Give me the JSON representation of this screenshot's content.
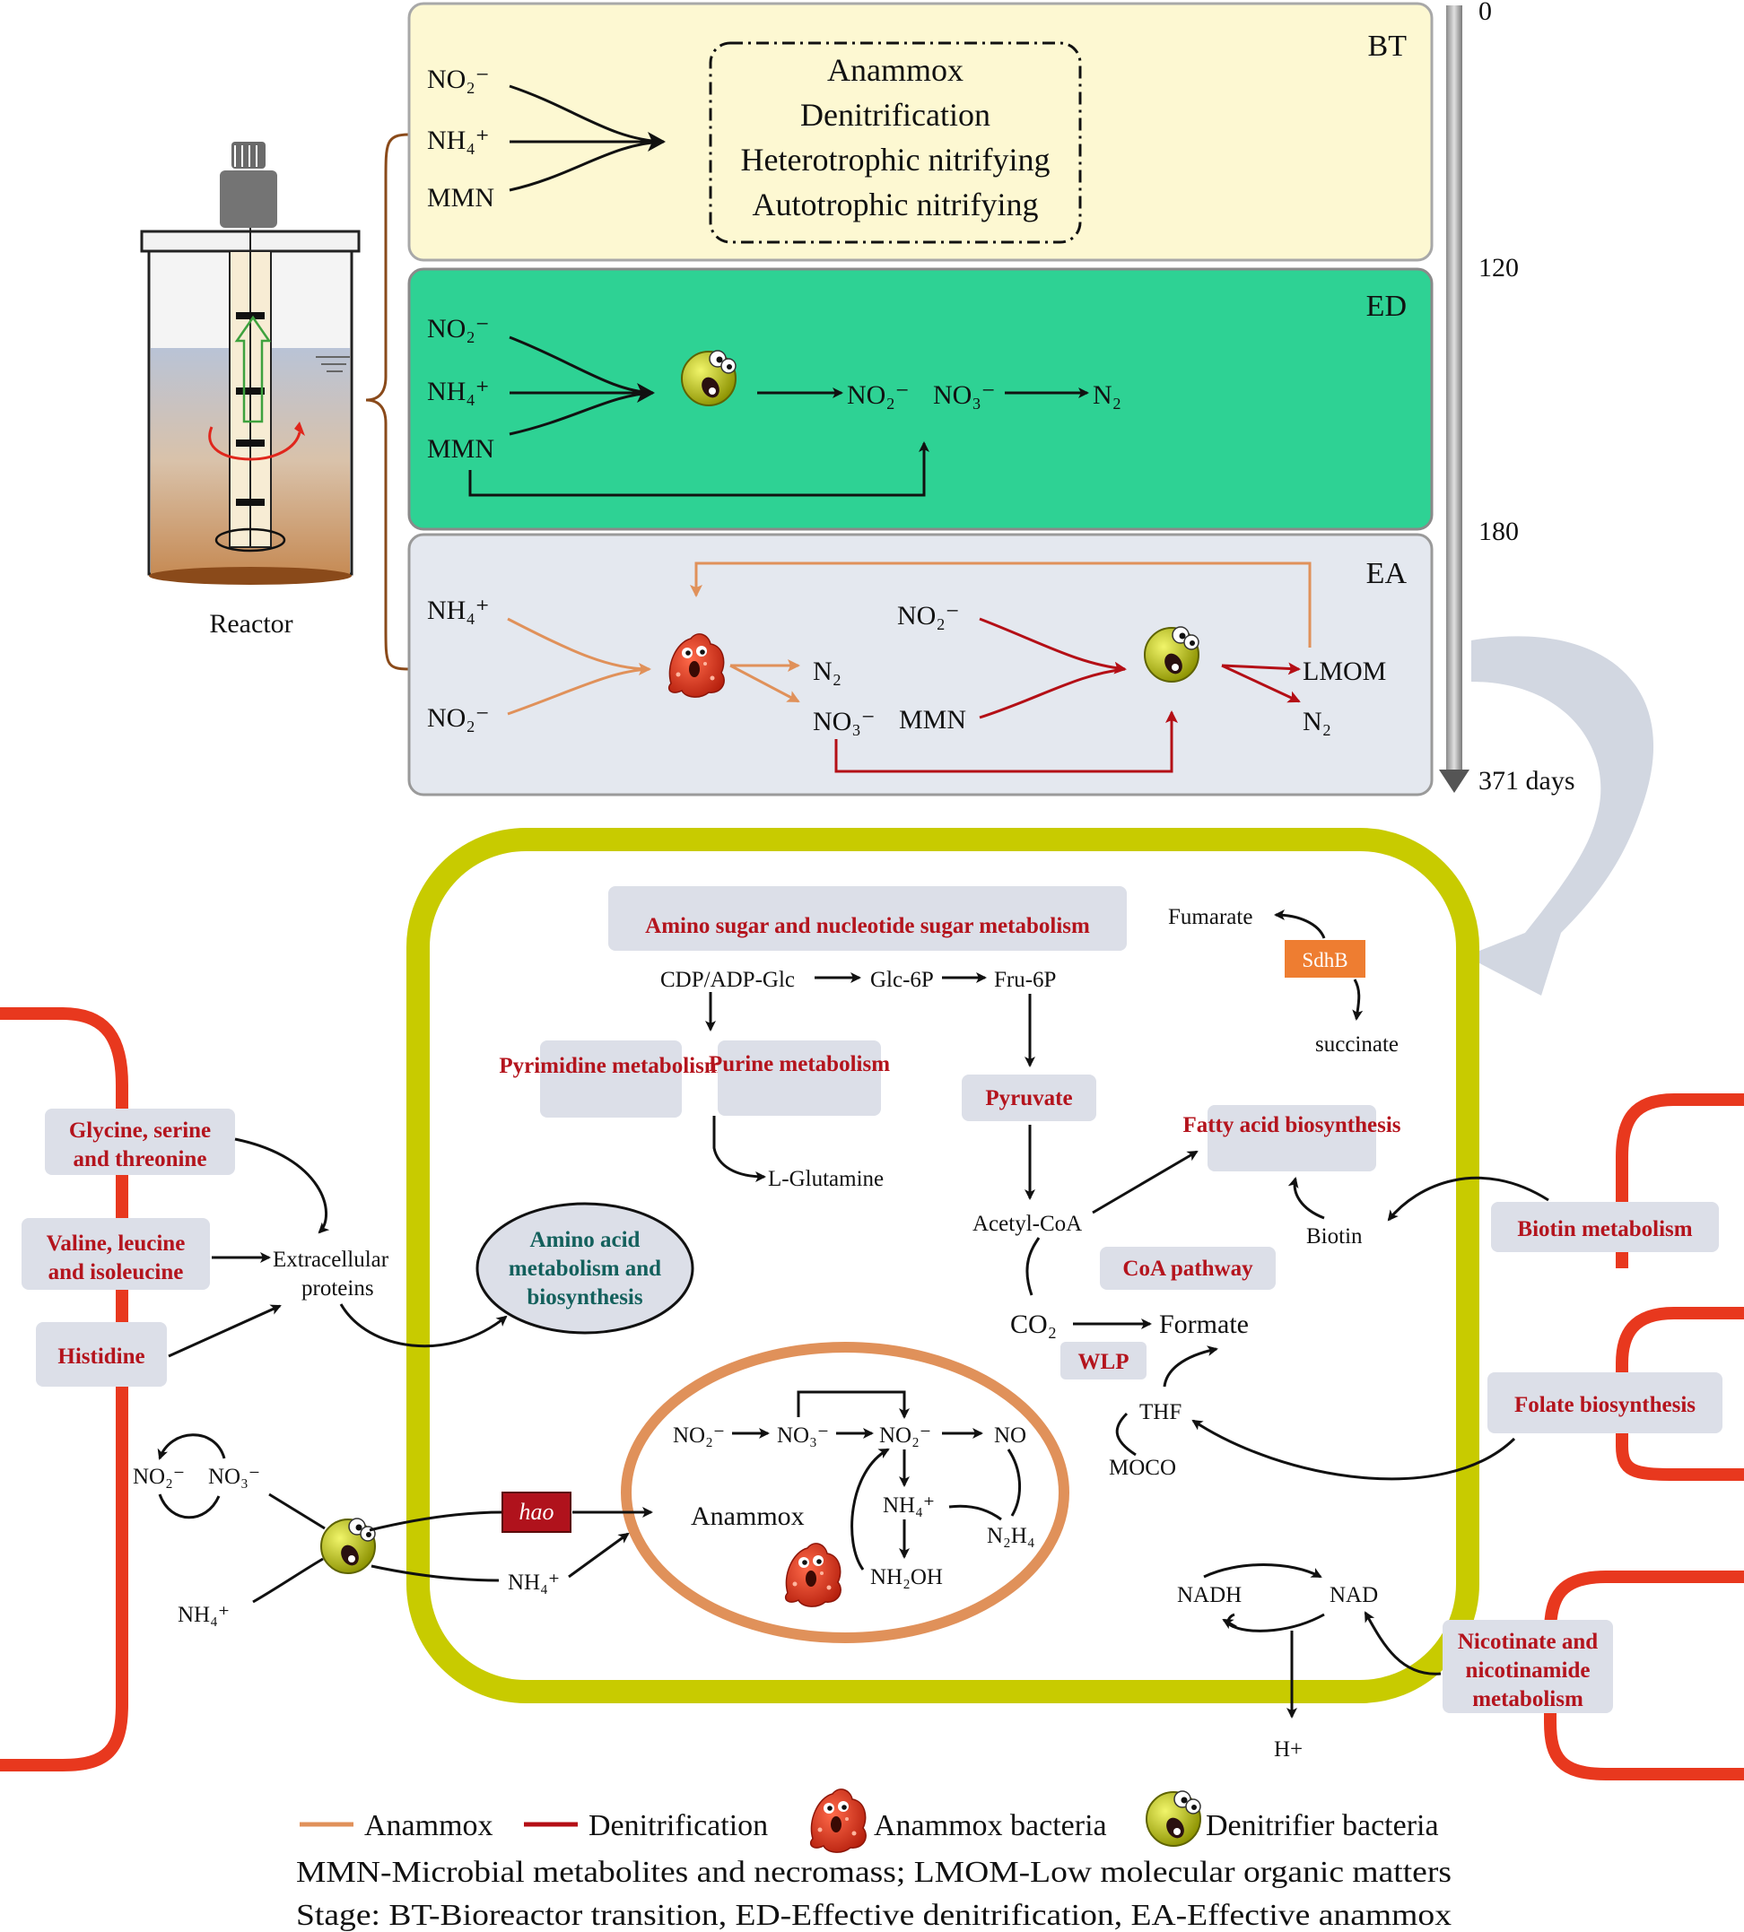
{
  "stages": {
    "bt": {
      "tag": "BT",
      "inputs": [
        "NO₂⁻",
        "NH₄⁺",
        "MMN"
      ],
      "processes": [
        "Anammox",
        "Denitrification",
        "Heterotrophic nitrifying",
        "Autotrophic nitrifying"
      ]
    },
    "ed": {
      "tag": "ED",
      "inputs": [
        "NO₂⁻",
        "NH₄⁺",
        "MMN"
      ],
      "outputs": [
        "NO₂⁻",
        "NO₃⁻",
        "N₂"
      ]
    },
    "ea": {
      "tag": "EA",
      "inputs": [
        "NH₄⁺",
        "NO₂⁻"
      ],
      "anammox_products": [
        "N₂",
        "NO₃⁻"
      ],
      "deni_inputs": [
        "NO₂⁻",
        "MMN"
      ],
      "deni_products": [
        "LMOM",
        "N₂"
      ]
    }
  },
  "timeline": {
    "ticks": [
      "0",
      "120",
      "180"
    ],
    "end_label": "371 days"
  },
  "reactor": {
    "label": "Reactor"
  },
  "cell": {
    "amino_sugar": {
      "label": "Amino sugar and nucleotide sugar metabolism",
      "chain": [
        "CDP/ADP-Glc",
        "Glc-6P",
        "Fru-6P"
      ]
    },
    "pyrimidine": "Pyrimidine metabolism",
    "purine": "Purine metabolism",
    "glutamine": "L-Glutamine",
    "pyruvate": "Pyruvate",
    "acetyl": "Acetyl-CoA",
    "fatty": "Fatty acid biosynthesis",
    "biotin": "Biotin",
    "coa": "CoA pathway",
    "co2": "CO₂",
    "formate": "Formate",
    "wlp": "WLP",
    "thf": "THF",
    "moco": "MOCO",
    "sdhb": {
      "label": "SdhB",
      "fumarate": "Fumarate",
      "succinate": "succinate"
    },
    "amino_acid": "Amino acid metabolism and biosynthesis",
    "anammox": {
      "label": "Anammox",
      "species": [
        "NO₂⁻",
        "NO₃⁻",
        "NO₂⁻",
        "NO",
        "NH₄⁺",
        "N₂H₄",
        "NH₂OH"
      ]
    },
    "nadh": "NADH",
    "nad": "NAD",
    "hplus": "H+"
  },
  "outside": {
    "glycine": "Glycine, serine and threonine",
    "valine": "Valine, leucine and isoleucine",
    "histidine": "Histidine",
    "extracellular": "Extracellular proteins",
    "biotin_metab": "Biotin metabolism",
    "folate": "Folate biosynthesis",
    "nicotinate": "Nicotinate and nicotinamide metabolism",
    "hao": "hao",
    "no2": "NO₂⁻",
    "no3": "NO₃⁻",
    "nh4_in": "NH₄⁺",
    "nh4_out": "NH₄⁺"
  },
  "legend": {
    "items": [
      "Anammox",
      "Denitrification",
      "Anammox bacteria",
      "Denitrifier bacteria"
    ],
    "notes": [
      "MMN-Microbial metabolites and necromass; LMOM-Low molecular organic matters",
      "Stage: BT-Bioreactor transition, ED-Effective denitrification, EA-Effective anammox"
    ]
  },
  "colors": {
    "bt": "#fdf8d2",
    "ed": "#2ed294",
    "ea": "#e4e8ef",
    "cell": "#c8cb00",
    "anammox": "#e0915a",
    "denitrification": "#b40f16",
    "label_box": "#dcdfe8",
    "red_bracket": "#e8381e",
    "sdhb": "#ee7d31"
  }
}
